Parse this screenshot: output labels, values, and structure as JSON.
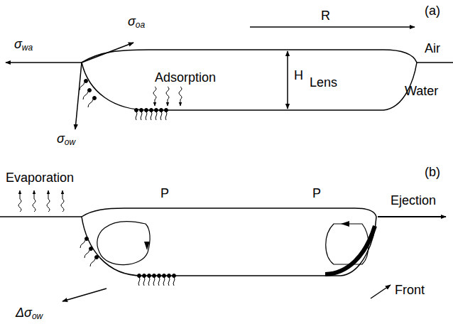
{
  "diagram": {
    "labels": [
      "(a)",
      "σwa",
      "σoa",
      "R",
      "Air",
      "H",
      "Lens",
      "Adsorption",
      "σow",
      "Water",
      "(b)",
      "Evaporation",
      "P",
      "P",
      "Ejection",
      "Front",
      "Δσow"
    ]
  }
}
